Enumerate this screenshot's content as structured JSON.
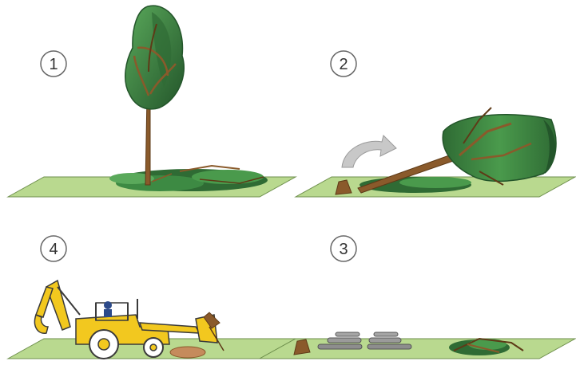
{
  "steps": [
    {
      "label": "1",
      "caption": ""
    },
    {
      "label": "2",
      "caption": ""
    },
    {
      "label": "3",
      "caption": ""
    },
    {
      "label": "4",
      "caption": ""
    }
  ],
  "colors": {
    "ground": "#b9d98f",
    "ground_edge": "#6e8f4c",
    "leaf_dark": "#2f6b34",
    "leaf_mid": "#3d8a43",
    "leaf_light": "#5aa95b",
    "trunk": "#8a5a2b",
    "trunk_dark": "#5e3a17",
    "arrow": "#c8c8c8",
    "tractor_yellow": "#f2c81f",
    "tractor_outline": "#3a3a3a",
    "log_gray": "#8d8d8d"
  }
}
